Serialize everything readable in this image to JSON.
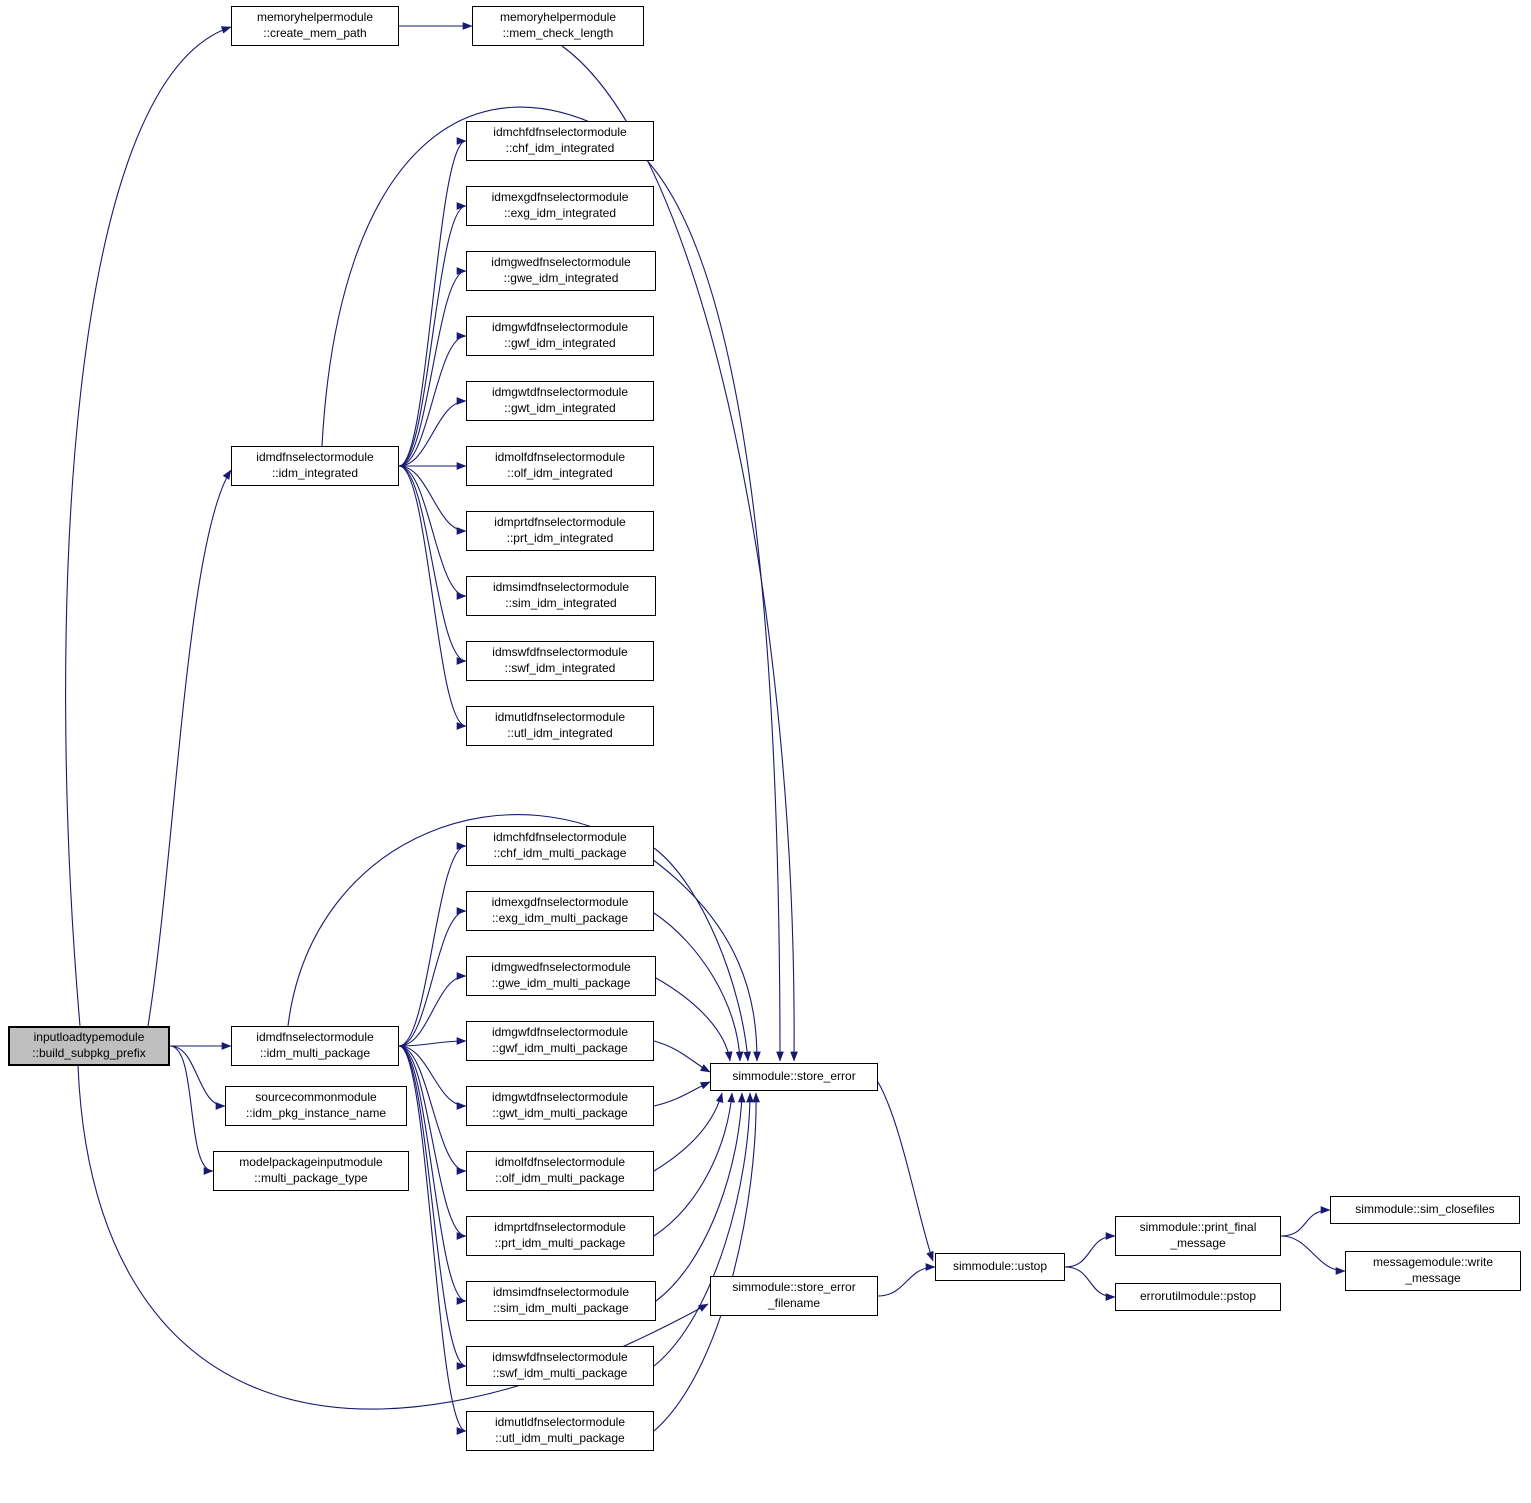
{
  "diagram": {
    "type": "call-graph",
    "colors": {
      "edge": "#191970",
      "node_border": "#000000",
      "node_bg": "#ffffff",
      "highlight_bg": "#bfbfbf",
      "text": "#000000"
    },
    "nodes": [
      {
        "id": "bsp",
        "label": "inputloadtypemodule\n::build_subpkg_prefix",
        "highlighted": true
      },
      {
        "id": "cmp",
        "label": "memoryhelpermodule\n::create_mem_path",
        "highlighted": false
      },
      {
        "id": "mcl",
        "label": "memoryhelpermodule\n::mem_check_length",
        "highlighted": false
      },
      {
        "id": "chf_i",
        "label": "idmchfdfnselectormodule\n::chf_idm_integrated",
        "highlighted": false
      },
      {
        "id": "exg_i",
        "label": "idmexgdfnselectormodule\n::exg_idm_integrated",
        "highlighted": false
      },
      {
        "id": "gwe_i",
        "label": "idmgwedfnselectormodule\n::gwe_idm_integrated",
        "highlighted": false
      },
      {
        "id": "gwf_i",
        "label": "idmgwfdfnselectormodule\n::gwf_idm_integrated",
        "highlighted": false
      },
      {
        "id": "gwt_i",
        "label": "idmgwtdfnselectormodule\n::gwt_idm_integrated",
        "highlighted": false
      },
      {
        "id": "idm_i",
        "label": "idmdfnselectormodule\n::idm_integrated",
        "highlighted": false
      },
      {
        "id": "olf_i",
        "label": "idmolfdfnselectormodule\n::olf_idm_integrated",
        "highlighted": false
      },
      {
        "id": "prt_i",
        "label": "idmprtdfnselectormodule\n::prt_idm_integrated",
        "highlighted": false
      },
      {
        "id": "sim_i",
        "label": "idmsimdfnselectormodule\n::sim_idm_integrated",
        "highlighted": false
      },
      {
        "id": "swf_i",
        "label": "idmswfdfnselectormodule\n::swf_idm_integrated",
        "highlighted": false
      },
      {
        "id": "utl_i",
        "label": "idmutldfnselectormodule\n::utl_idm_integrated",
        "highlighted": false
      },
      {
        "id": "chf_m",
        "label": "idmchfdfnselectormodule\n::chf_idm_multi_package",
        "highlighted": false
      },
      {
        "id": "exg_m",
        "label": "idmexgdfnselectormodule\n::exg_idm_multi_package",
        "highlighted": false
      },
      {
        "id": "gwe_m",
        "label": "idmgwedfnselectormodule\n::gwe_idm_multi_package",
        "highlighted": false
      },
      {
        "id": "idm_m",
        "label": "idmdfnselectormodule\n::idm_multi_package",
        "highlighted": false
      },
      {
        "id": "gwf_m",
        "label": "idmgwfdfnselectormodule\n::gwf_idm_multi_package",
        "highlighted": false
      },
      {
        "id": "gwt_m",
        "label": "idmgwtdfnselectormodule\n::gwt_idm_multi_package",
        "highlighted": false
      },
      {
        "id": "ipn",
        "label": "sourcecommonmodule\n::idm_pkg_instance_name",
        "highlighted": false
      },
      {
        "id": "mpt",
        "label": "modelpackageinputmodule\n::multi_package_type",
        "highlighted": false
      },
      {
        "id": "olf_m",
        "label": "idmolfdfnselectormodule\n::olf_idm_multi_package",
        "highlighted": false
      },
      {
        "id": "prt_m",
        "label": "idmprtdfnselectormodule\n::prt_idm_multi_package",
        "highlighted": false
      },
      {
        "id": "sim_m",
        "label": "idmsimdfnselectormodule\n::sim_idm_multi_package",
        "highlighted": false
      },
      {
        "id": "swf_m",
        "label": "idmswfdfnselectormodule\n::swf_idm_multi_package",
        "highlighted": false
      },
      {
        "id": "utl_m",
        "label": "idmutldfnselectormodule\n::utl_idm_multi_package",
        "highlighted": false
      },
      {
        "id": "se",
        "label": "simmodule::store_error",
        "highlighted": false
      },
      {
        "id": "sef",
        "label": "simmodule::store_error\n_filename",
        "highlighted": false
      },
      {
        "id": "ustop",
        "label": "simmodule::ustop",
        "highlighted": false
      },
      {
        "id": "pfm",
        "label": "simmodule::print_final\n_message",
        "highlighted": false
      },
      {
        "id": "pstop",
        "label": "errorutilmodule::pstop",
        "highlighted": false
      },
      {
        "id": "scf",
        "label": "simmodule::sim_closefiles",
        "highlighted": false
      },
      {
        "id": "wm",
        "label": "messagemodule::write\n_message",
        "highlighted": false
      }
    ],
    "edges": [
      {
        "from": "bsp",
        "to": "cmp"
      },
      {
        "from": "bsp",
        "to": "idm_i"
      },
      {
        "from": "bsp",
        "to": "idm_m"
      },
      {
        "from": "bsp",
        "to": "ipn"
      },
      {
        "from": "bsp",
        "to": "mpt"
      },
      {
        "from": "bsp",
        "to": "sef"
      },
      {
        "from": "cmp",
        "to": "mcl"
      },
      {
        "from": "mcl",
        "to": "se"
      },
      {
        "from": "idm_i",
        "to": "chf_i"
      },
      {
        "from": "idm_i",
        "to": "exg_i"
      },
      {
        "from": "idm_i",
        "to": "gwe_i"
      },
      {
        "from": "idm_i",
        "to": "gwf_i"
      },
      {
        "from": "idm_i",
        "to": "gwt_i"
      },
      {
        "from": "idm_i",
        "to": "olf_i"
      },
      {
        "from": "idm_i",
        "to": "prt_i"
      },
      {
        "from": "idm_i",
        "to": "sim_i"
      },
      {
        "from": "idm_i",
        "to": "swf_i"
      },
      {
        "from": "idm_i",
        "to": "utl_i"
      },
      {
        "from": "idm_i",
        "to": "se"
      },
      {
        "from": "idm_m",
        "to": "chf_m"
      },
      {
        "from": "idm_m",
        "to": "exg_m"
      },
      {
        "from": "idm_m",
        "to": "gwe_m"
      },
      {
        "from": "idm_m",
        "to": "gwf_m"
      },
      {
        "from": "idm_m",
        "to": "gwt_m"
      },
      {
        "from": "idm_m",
        "to": "olf_m"
      },
      {
        "from": "idm_m",
        "to": "prt_m"
      },
      {
        "from": "idm_m",
        "to": "sim_m"
      },
      {
        "from": "idm_m",
        "to": "swf_m"
      },
      {
        "from": "idm_m",
        "to": "utl_m"
      },
      {
        "from": "idm_m",
        "to": "se"
      },
      {
        "from": "chf_m",
        "to": "se"
      },
      {
        "from": "exg_m",
        "to": "se"
      },
      {
        "from": "gwe_m",
        "to": "se"
      },
      {
        "from": "gwf_m",
        "to": "se"
      },
      {
        "from": "gwt_m",
        "to": "se"
      },
      {
        "from": "olf_m",
        "to": "se"
      },
      {
        "from": "prt_m",
        "to": "se"
      },
      {
        "from": "sim_m",
        "to": "se"
      },
      {
        "from": "swf_m",
        "to": "se"
      },
      {
        "from": "utl_m",
        "to": "se"
      },
      {
        "from": "se",
        "to": "ustop"
      },
      {
        "from": "sef",
        "to": "ustop"
      },
      {
        "from": "ustop",
        "to": "pfm"
      },
      {
        "from": "ustop",
        "to": "pstop"
      },
      {
        "from": "pfm",
        "to": "scf"
      },
      {
        "from": "pfm",
        "to": "wm"
      }
    ]
  }
}
